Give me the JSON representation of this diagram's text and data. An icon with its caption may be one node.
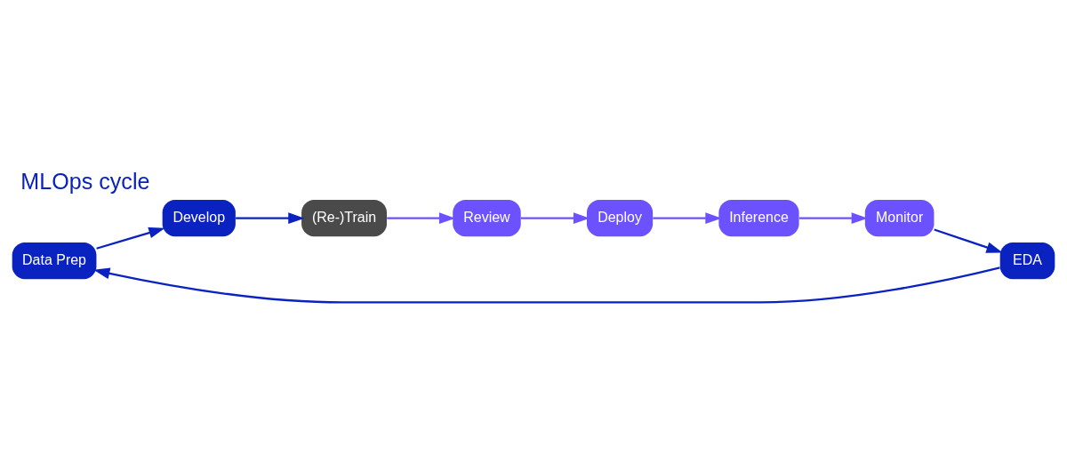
{
  "diagram": {
    "title": "MLOps cycle",
    "nodes": [
      {
        "text": [
          "Data Prep"
        ]
      },
      {
        "text": [
          "EDA"
        ]
      },
      {
        "text": [
          "Develop"
        ]
      },
      {
        "text": [
          "(Re-)Train"
        ]
      },
      {
        "text": [
          "Review"
        ]
      },
      {
        "text": [
          "Deploy"
        ]
      },
      {
        "text": [
          "Inference"
        ]
      },
      {
        "text": [
          "Monitor"
        ]
      }
    ],
    "edges": [
      {
        "from": 1,
        "to": 0,
        "arrow": "to",
        "color": "#0a22c0"
      },
      {
        "from": 0,
        "to": 2,
        "arrow": "to",
        "color": "#0a22c0"
      },
      {
        "from": 2,
        "to": 3,
        "arrow": "to",
        "color": "#0a22c0"
      },
      {
        "from": 3,
        "to": 4,
        "arrow": "to",
        "color": "#6c52ff"
      },
      {
        "from": 4,
        "to": 5,
        "arrow": "to",
        "color": "#6c52ff"
      },
      {
        "from": 5,
        "to": 6,
        "arrow": "to",
        "color": "#6c52ff"
      },
      {
        "from": 6,
        "to": 7,
        "arrow": "to",
        "color": "#6c52ff"
      },
      {
        "from": 7,
        "to": 1,
        "arrow": "to",
        "color": "#0a22c0"
      }
    ]
  }
}
